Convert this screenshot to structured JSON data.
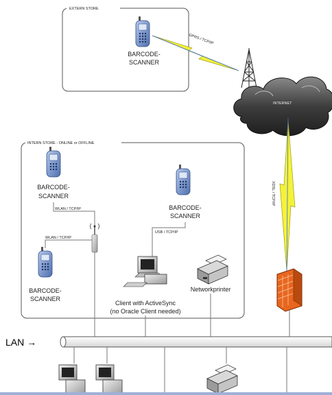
{
  "extern_store": {
    "title": "EXTERN STORE",
    "scanner_line1": "BARCODE-",
    "scanner_line2": "SCANNER",
    "link_label": "GPRS / TCP/IP"
  },
  "internet": {
    "label": "INTERNET",
    "xdsl_label": "XDSL / TCP/IP"
  },
  "intern_store": {
    "title": "INTERN STORE - ONLINE or OFFLINE",
    "scanner_a_line1": "BARCODE-",
    "scanner_a_line2": "SCANNER",
    "wlan_label_1": "WLAN / TCP/IP",
    "wlan_label_2": "WLAN / TCP/IP",
    "scanner_b_line1": "BARCODE-",
    "scanner_b_line2": "SCANNER",
    "scanner_c_line1": "BARCODE-",
    "scanner_c_line2": "SCANNER",
    "usb_label": "USB / TCP/IP",
    "client_line1": "Client with ActiveSync",
    "client_line2": "(no Oracle Client needed)",
    "printer_label": "Networkprinter"
  },
  "lan": {
    "label": "LAN →"
  },
  "colors": {
    "lightning": "#f5f23a",
    "lightning_stroke": "#9a9a20",
    "firewall": "#e8661e",
    "phone": "#6e8fc9",
    "box_border": "#555555"
  }
}
